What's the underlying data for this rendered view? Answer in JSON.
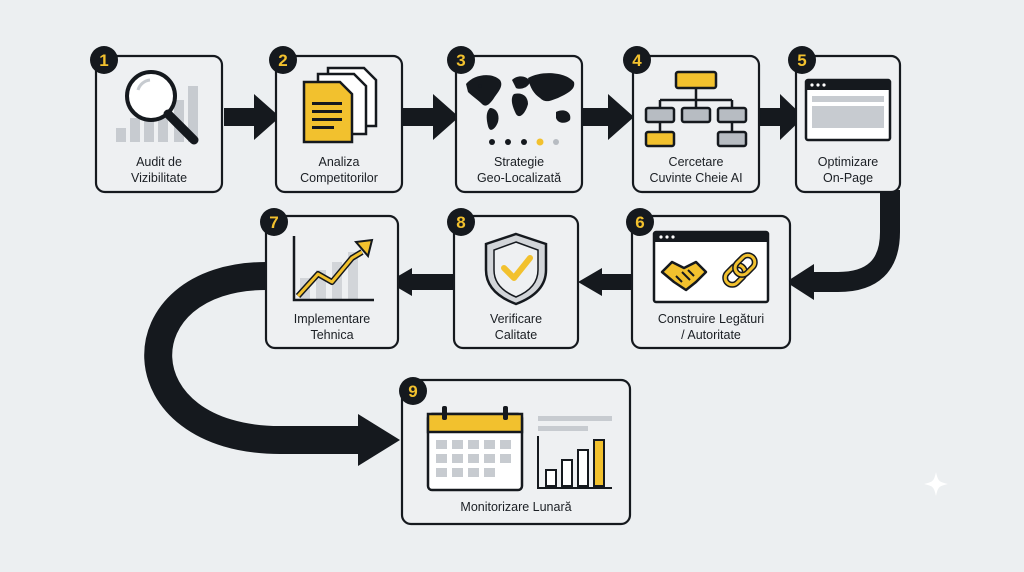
{
  "colors": {
    "background": "#eceff1",
    "card": "#eef0f2",
    "ink": "#15191e",
    "accent": "#f2c12e",
    "gray": "#b7bcc2"
  },
  "steps": [
    {
      "num": "1",
      "line1": "Audit de",
      "line2": "Vizibilitate",
      "icon": "magnifier-chart-icon"
    },
    {
      "num": "2",
      "line1": "Analiza",
      "line2": "Competitorilor",
      "icon": "documents-icon"
    },
    {
      "num": "3",
      "line1": "Strategie",
      "line2": "Geo-Localizată",
      "icon": "world-map-icon"
    },
    {
      "num": "4",
      "line1": "Cercetare",
      "line2": "Cuvinte Cheie AI",
      "icon": "flowchart-icon"
    },
    {
      "num": "5",
      "line1": "Optimizare",
      "line2": "On-Page",
      "icon": "browser-window-icon"
    },
    {
      "num": "6",
      "line1": "Construire Legături",
      "line2": "/ Autoritate",
      "icon": "handshake-link-icon"
    },
    {
      "num": "8",
      "line1": "Verificare",
      "line2": "Calitate",
      "icon": "shield-check-icon"
    },
    {
      "num": "7",
      "line1": "Implementare",
      "line2": "Tehnica",
      "icon": "growth-chart-icon"
    },
    {
      "num": "9",
      "line1": "Monitorizare Lunară",
      "line2": "",
      "icon": "calendar-chart-icon"
    }
  ]
}
